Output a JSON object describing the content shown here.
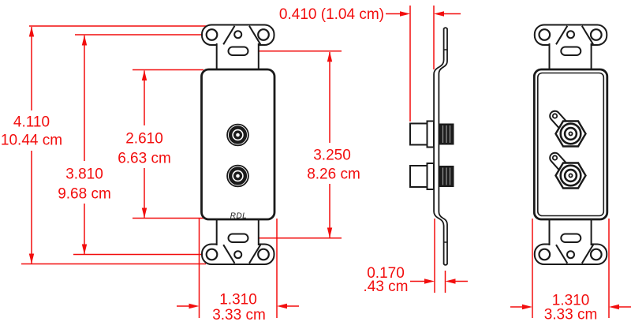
{
  "drawing": {
    "brand_label": "RDL",
    "dimensions": {
      "overall_height": {
        "inches": "4.110",
        "cm": "10.44 cm"
      },
      "mounting_hole_spacing": {
        "inches": "3.810",
        "cm": "9.68 cm"
      },
      "plate_face_height": {
        "inches": "2.610",
        "cm": "6.63 cm"
      },
      "slot_spacing": {
        "inches": "3.250",
        "cm": "8.26 cm"
      },
      "connector_depth": {
        "label": "0.410 (1.04 cm)"
      },
      "bracket_offset": {
        "inches": "0.170",
        "cm": ".43 cm"
      },
      "front_width": {
        "inches": "1.310",
        "cm": "3.33 cm"
      },
      "rear_width": {
        "inches": "1.310",
        "cm": "3.33 cm"
      }
    },
    "colors": {
      "dimension_red": "#f20d0d",
      "line_black": "#1a1a1a",
      "background": "#ffffff"
    }
  }
}
